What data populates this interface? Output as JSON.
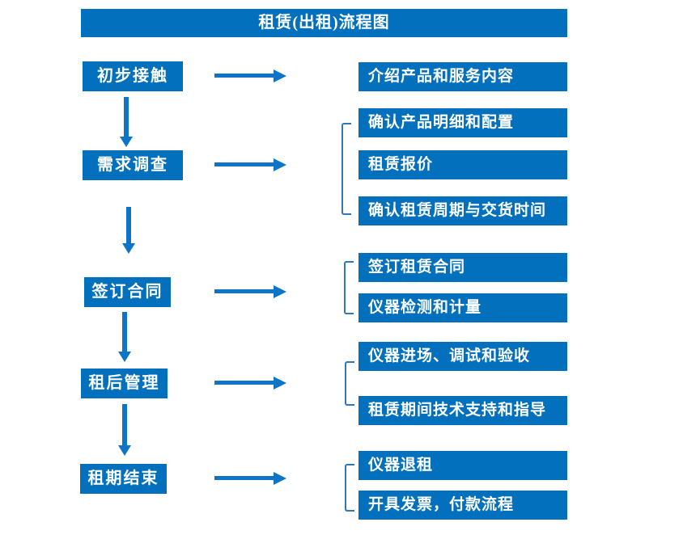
{
  "title": "租赁(出租)流程图",
  "colors": {
    "box_blue": "#0270bd",
    "arrow_blue": "#0e74c8",
    "bracket_blue": "#2e77be",
    "text": "#ffffff",
    "background": "#ffffff"
  },
  "left_steps": [
    {
      "label": "初步接触"
    },
    {
      "label": "需求调查"
    },
    {
      "label": "签订合同"
    },
    {
      "label": "租后管理"
    },
    {
      "label": "租期结束"
    }
  ],
  "right_items": [
    {
      "label": "介绍产品和服务内容"
    },
    {
      "label": "确认产品明细和配置"
    },
    {
      "label": "租赁报价"
    },
    {
      "label": "确认租赁周期与交货时间"
    },
    {
      "label": "签订租赁合同"
    },
    {
      "label": "仪器检测和计量"
    },
    {
      "label": "仪器进场、调试和验收"
    },
    {
      "label": "租赁期间技术支持和指导"
    },
    {
      "label": "仪器退租"
    },
    {
      "label": "开具发票，付款流程"
    }
  ]
}
